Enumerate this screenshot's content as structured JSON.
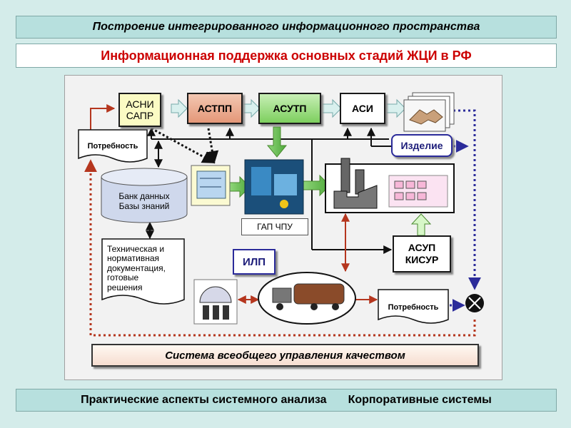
{
  "header": {
    "title": "Построение интегрированного информационного пространства",
    "subtitle": "Информационная поддержка основных стадий ЖЦИ в РФ"
  },
  "diagram": {
    "asni": "АСНИ\nСАПР",
    "astpp": "АСТПП",
    "asutp": "АСУТП",
    "asi": "АСИ",
    "need_left": "Потребность",
    "need_right": "Потребность",
    "product": "Изделие",
    "bank": "Банк данных\nБазы знаний",
    "docs": "Техническая и\nнормативная\nдокументация,\nготовые\nрешения",
    "gap": "ГАП ЧПУ",
    "ilp": "ИЛП",
    "asup": "АСУП\nКИСУР",
    "quality": "Система всеобщего управления качеством"
  },
  "footer": {
    "left": "Практические аспекты системного анализа",
    "right": "Корпоративные системы"
  },
  "colors": {
    "background": "#d4ecea",
    "accent_red": "#cc0000",
    "arrow_red": "#b5361e",
    "arrow_blue": "#2b2b9a",
    "arrow_green": "#5fa000"
  }
}
